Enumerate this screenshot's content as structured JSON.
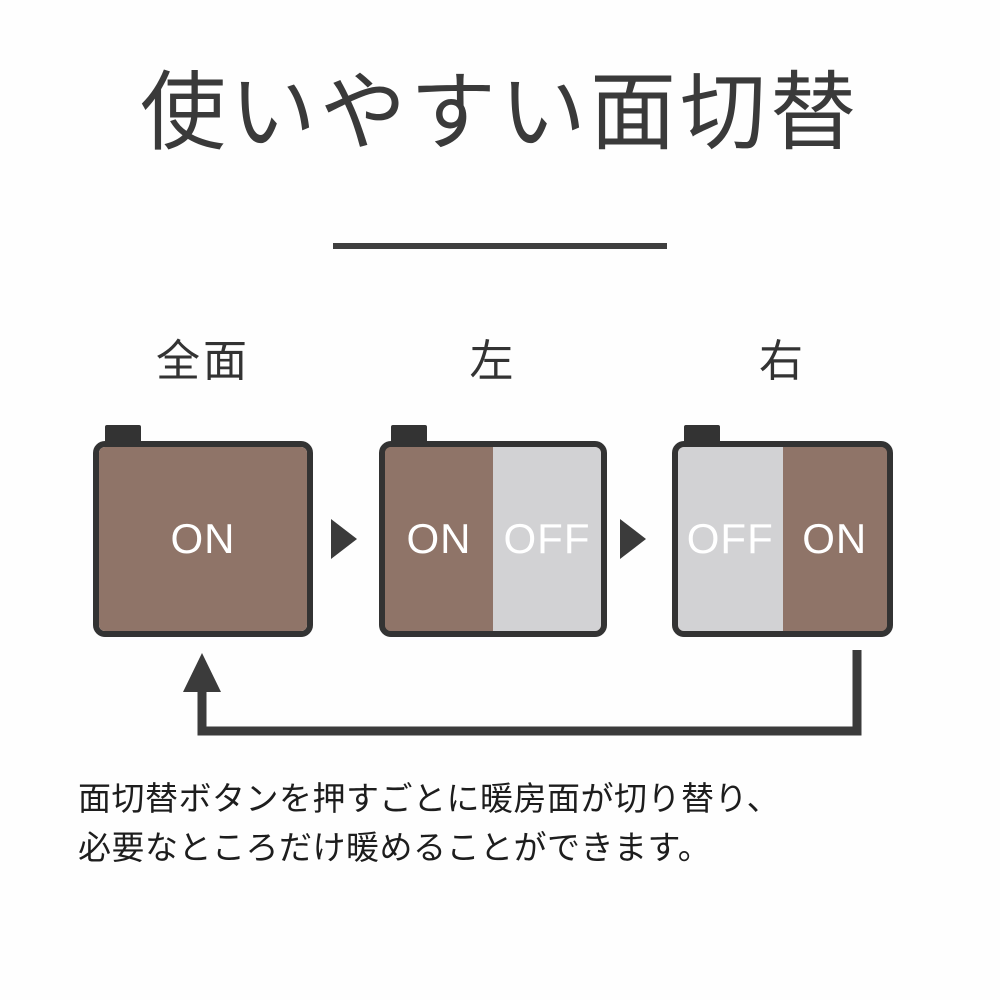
{
  "page": {
    "background_color": "#fefefe",
    "title": "使いやすい面切替"
  },
  "colors": {
    "heat_on": "#8F7468",
    "heat_off": "#D2D2D4",
    "outline": "#333333",
    "text_dark": "#3A3A3A",
    "text_light": "#FFFFFF"
  },
  "divider": {
    "name": "title-divider"
  },
  "modes": [
    {
      "label": "全面",
      "panes": [
        {
          "state": "ON",
          "heated": true
        }
      ]
    },
    {
      "label": "左",
      "panes": [
        {
          "state": "ON",
          "heated": true
        },
        {
          "state": "OFF",
          "heated": false
        }
      ]
    },
    {
      "label": "右",
      "panes": [
        {
          "state": "OFF",
          "heated": false
        },
        {
          "state": "ON",
          "heated": true
        }
      ]
    }
  ],
  "flow": {
    "step_arrow_1": "arrow-right",
    "step_arrow_2": "arrow-right",
    "loop_arrow": "loop-back-to-first"
  },
  "caption": {
    "line1": "面切替ボタンを押すごとに暖房面が切り替り、",
    "line2": "必要なところだけ暖めることができます。"
  }
}
